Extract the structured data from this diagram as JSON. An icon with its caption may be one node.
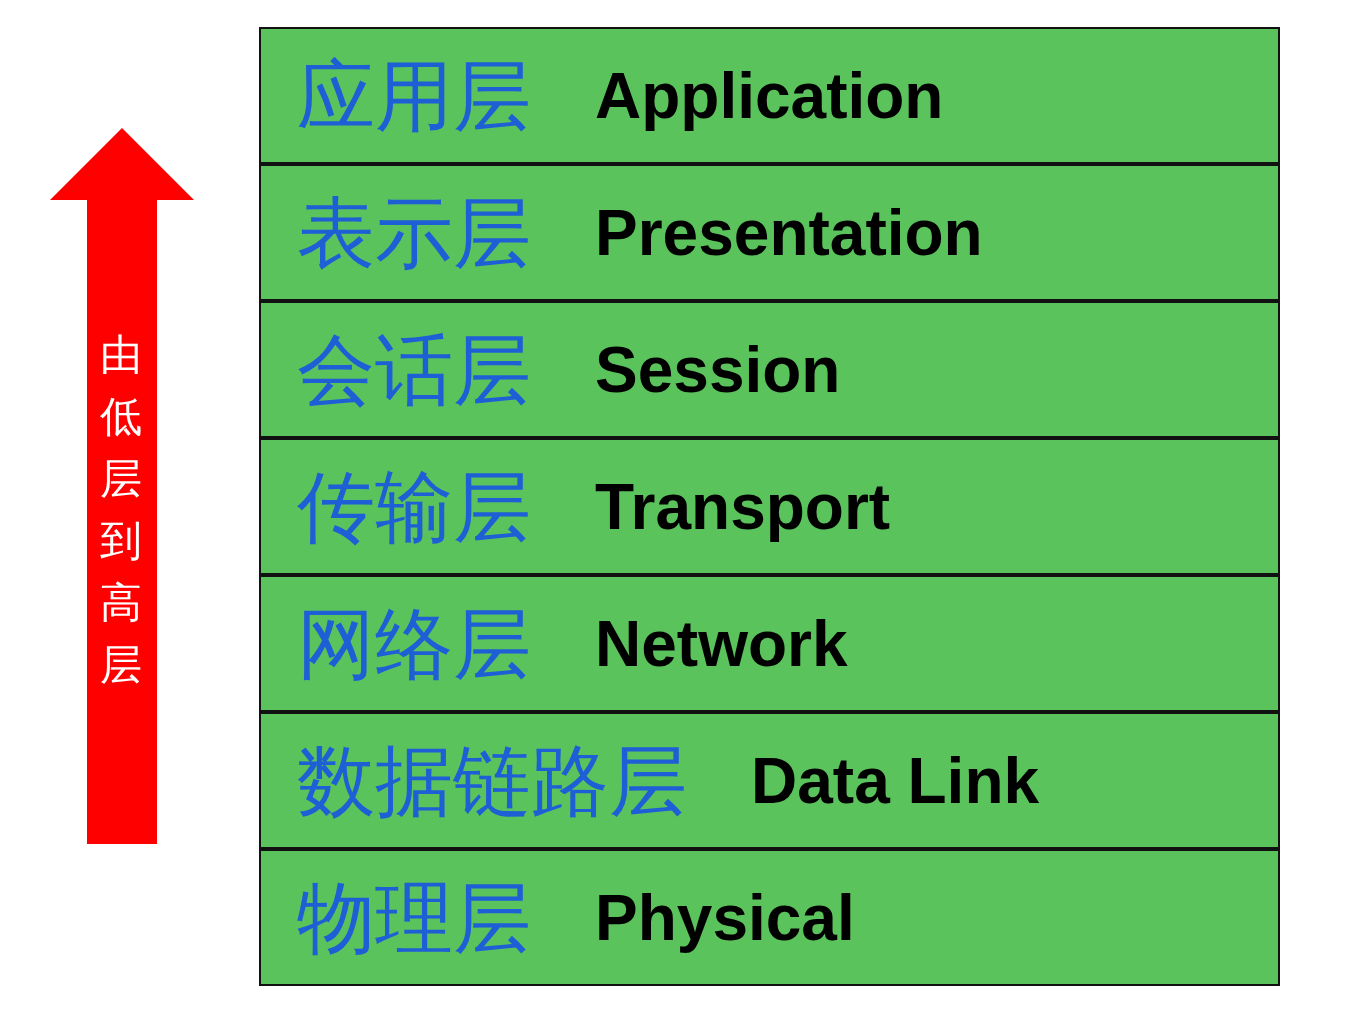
{
  "diagram": {
    "nodes": [
      {
        "text": [
          "应用层",
          "Application"
        ]
      },
      {
        "text": [
          "表示层",
          "Presentation"
        ]
      },
      {
        "text": [
          "会话层",
          "Session"
        ]
      },
      {
        "text": [
          "传输层",
          "Transport"
        ]
      },
      {
        "text": [
          "网络层",
          "Network"
        ]
      },
      {
        "text": [
          "数据链路层",
          "Data Link"
        ]
      },
      {
        "text": [
          "物理层",
          "Physical"
        ]
      }
    ],
    "labels": [
      "由低层到高层"
    ]
  }
}
